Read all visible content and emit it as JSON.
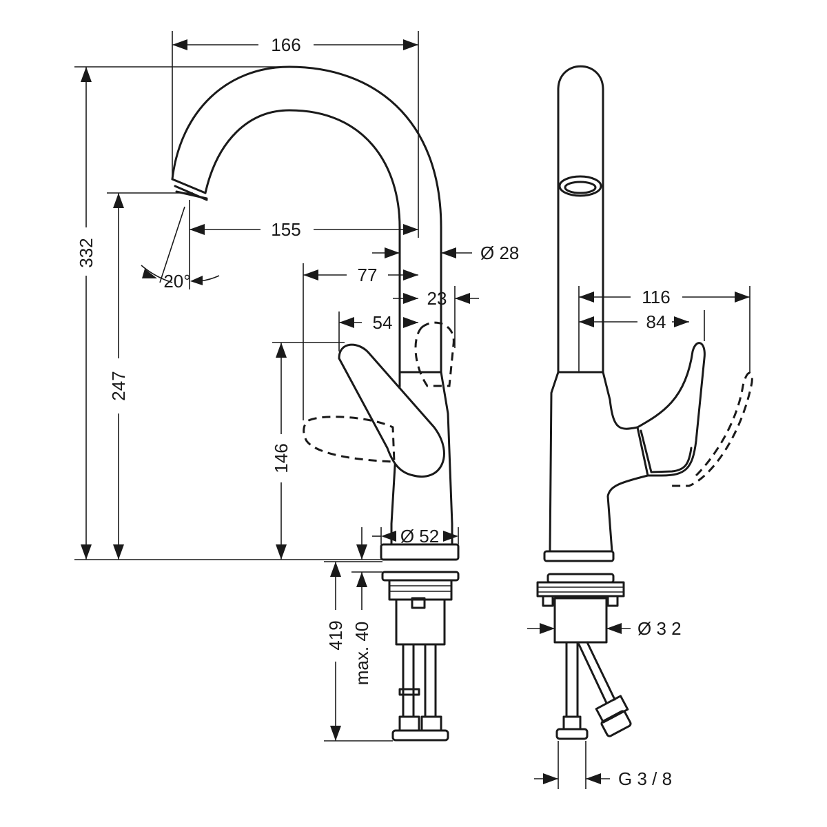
{
  "drawing": {
    "front_view": {
      "dim_spout_reach_total": "166",
      "dim_total_height": "332",
      "dim_spout_outlet_height": "247",
      "dim_spout_reach": "155",
      "dim_spout_diameter": "Ø 28",
      "dim_lever_reach": "77",
      "dim_spout_offset": "23",
      "dim_lever_open": "54",
      "dim_lever_height": "146",
      "dim_body_diameter": "Ø 52",
      "dim_spout_angle": "20°",
      "dim_hose_length": "419",
      "dim_max_counter": "max. 40"
    },
    "side_view": {
      "dim_lever_travel": "116",
      "dim_lever_reach": "84",
      "dim_shank_diameter": "Ø 3 2",
      "dim_thread": "G 3 / 8"
    }
  }
}
